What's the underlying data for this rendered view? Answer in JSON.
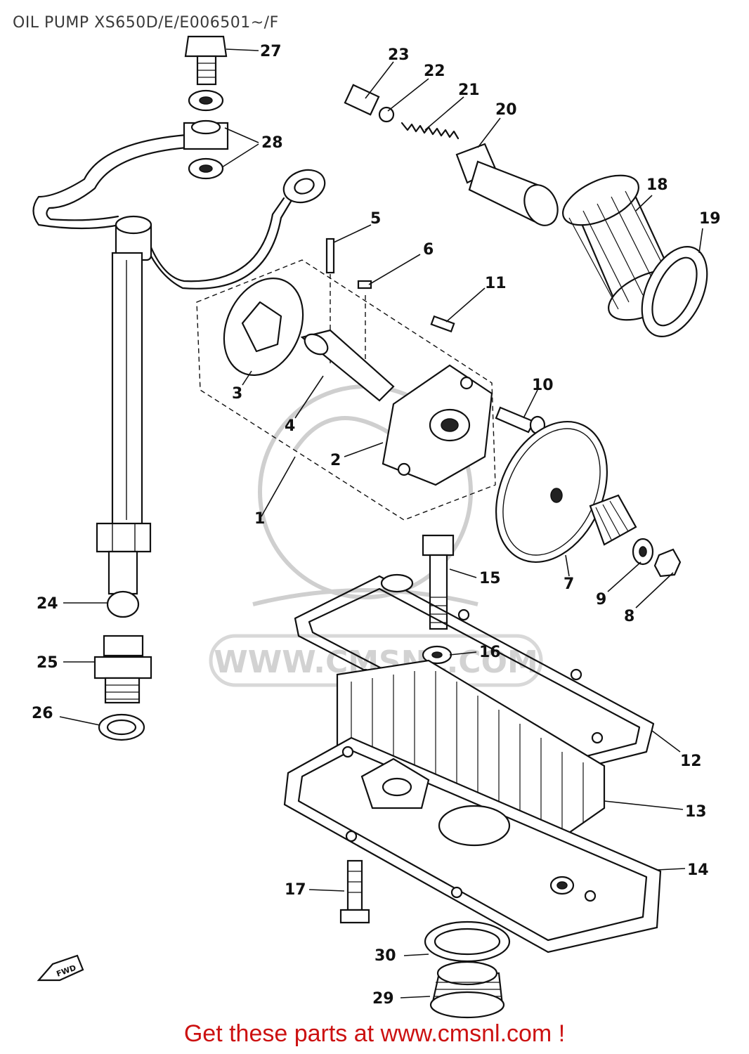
{
  "title": "OIL PUMP XS650D/E/E006501~/F",
  "footer": "Get these parts at www.cmsnl.com !",
  "watermark_text": "WWW.CMSNL.COM",
  "callouts": [
    "1",
    "2",
    "3",
    "4",
    "5",
    "6",
    "7",
    "8",
    "9",
    "10",
    "11",
    "12",
    "13",
    "14",
    "15",
    "16",
    "17",
    "18",
    "19",
    "20",
    "21",
    "22",
    "23",
    "24",
    "25",
    "26",
    "27",
    "28",
    "29",
    "30"
  ],
  "fwd_label": "FWD",
  "colors": {
    "footer": "#cc1111",
    "line": "#111111",
    "watermark": "#d2d2d2"
  }
}
